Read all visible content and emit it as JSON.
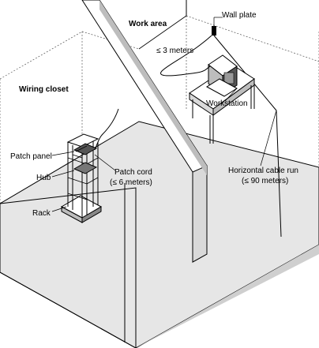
{
  "labels": {
    "work_area": "Work area",
    "wall_plate": "Wall plate",
    "cable_length_workstation": "≤ 3 meters",
    "workstation": "Workstation",
    "wiring_closet": "Wiring closet",
    "patch_panel": "Patch panel",
    "hub": "Hub",
    "patch_cord": "Patch cord",
    "patch_cord_length": "(≤ 6 meters)",
    "rack": "Rack",
    "horizontal_cable_run": "Horizontal cable run",
    "horizontal_cable_length": "(≤ 90 meters)"
  },
  "colors": {
    "floor": "#e6e6e6",
    "wall_shade": "#cfcfcf",
    "ink": "#000000"
  }
}
